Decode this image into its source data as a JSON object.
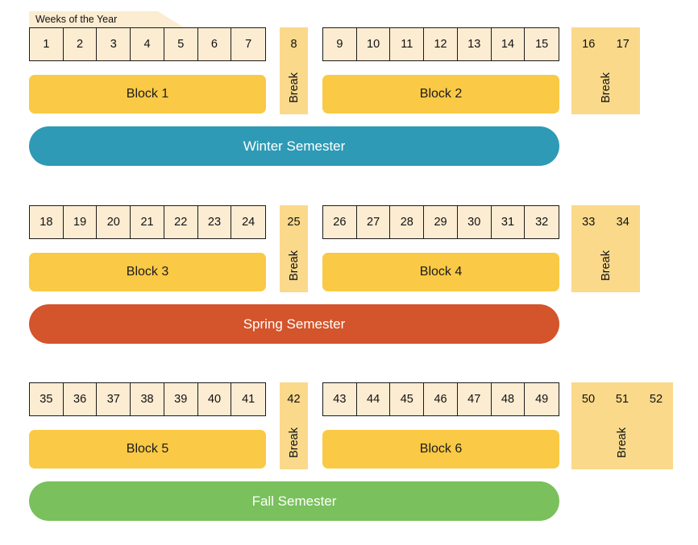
{
  "title_tab": {
    "label": "Weeks of the Year"
  },
  "colors": {
    "week_cell_bg": "#FCECD2",
    "week_cell_border": "#1B1B1B",
    "block_bar": "#FAC945",
    "break_bg": "#FAD98B",
    "winter_semester": "#2E9AB5",
    "spring_semester": "#D4542B",
    "fall_semester": "#7AC05C",
    "page_bg": "#FFFFFF",
    "semester_text": "#FFFFFF"
  },
  "rows": [
    {
      "name": "winter",
      "left_group": {
        "weeks": [
          "1",
          "2",
          "3",
          "4",
          "5",
          "6",
          "7"
        ],
        "block_label": "Block 1"
      },
      "mid_break": {
        "weeks": [
          "8"
        ],
        "label": "Break"
      },
      "right_group": {
        "weeks": [
          "9",
          "10",
          "11",
          "12",
          "13",
          "14",
          "15"
        ],
        "block_label": "Block 2"
      },
      "end_break": {
        "weeks": [
          "16",
          "17"
        ],
        "label": "Break"
      },
      "semester": {
        "label": "Winter Semester",
        "color": "#2E9AB5"
      }
    },
    {
      "name": "spring",
      "left_group": {
        "weeks": [
          "18",
          "19",
          "20",
          "21",
          "22",
          "23",
          "24"
        ],
        "block_label": "Block 3"
      },
      "mid_break": {
        "weeks": [
          "25"
        ],
        "label": "Break"
      },
      "right_group": {
        "weeks": [
          "26",
          "27",
          "28",
          "29",
          "30",
          "31",
          "32"
        ],
        "block_label": "Block 4"
      },
      "end_break": {
        "weeks": [
          "33",
          "34"
        ],
        "label": "Break"
      },
      "semester": {
        "label": "Spring Semester",
        "color": "#D4542B"
      }
    },
    {
      "name": "fall",
      "left_group": {
        "weeks": [
          "35",
          "36",
          "37",
          "38",
          "39",
          "40",
          "41"
        ],
        "block_label": "Block 5"
      },
      "mid_break": {
        "weeks": [
          "42"
        ],
        "label": "Break"
      },
      "right_group": {
        "weeks": [
          "43",
          "44",
          "45",
          "46",
          "47",
          "48",
          "49"
        ],
        "block_label": "Block 6"
      },
      "end_break": {
        "weeks": [
          "50",
          "51",
          "52"
        ],
        "label": "Break"
      },
      "semester": {
        "label": "Fall Semester",
        "color": "#7AC05C"
      }
    }
  ]
}
